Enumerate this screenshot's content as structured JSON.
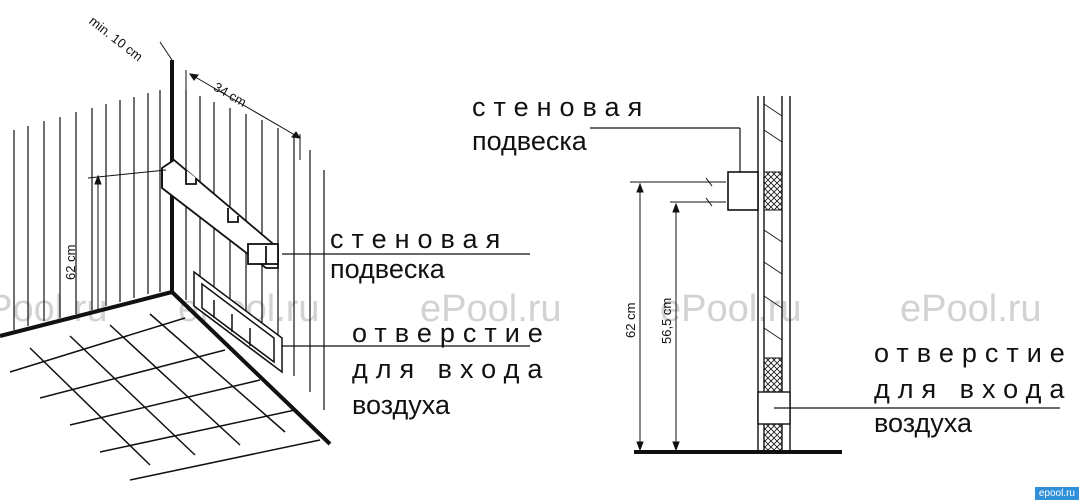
{
  "labels": {
    "hanger_word1": "стеновая",
    "hanger_word2": "подвеска",
    "opening_line1": "отверстие",
    "opening_line2": "для входа",
    "opening_line3": "воздуха"
  },
  "dimensions": {
    "min_gap": "min. 10 cm",
    "width": "34 cm",
    "height_left": "62 cm",
    "height_right": "62 cm",
    "height_right_inner": "56,5 cm"
  },
  "watermark": "ePool.ru",
  "logo": "epool.ru"
}
